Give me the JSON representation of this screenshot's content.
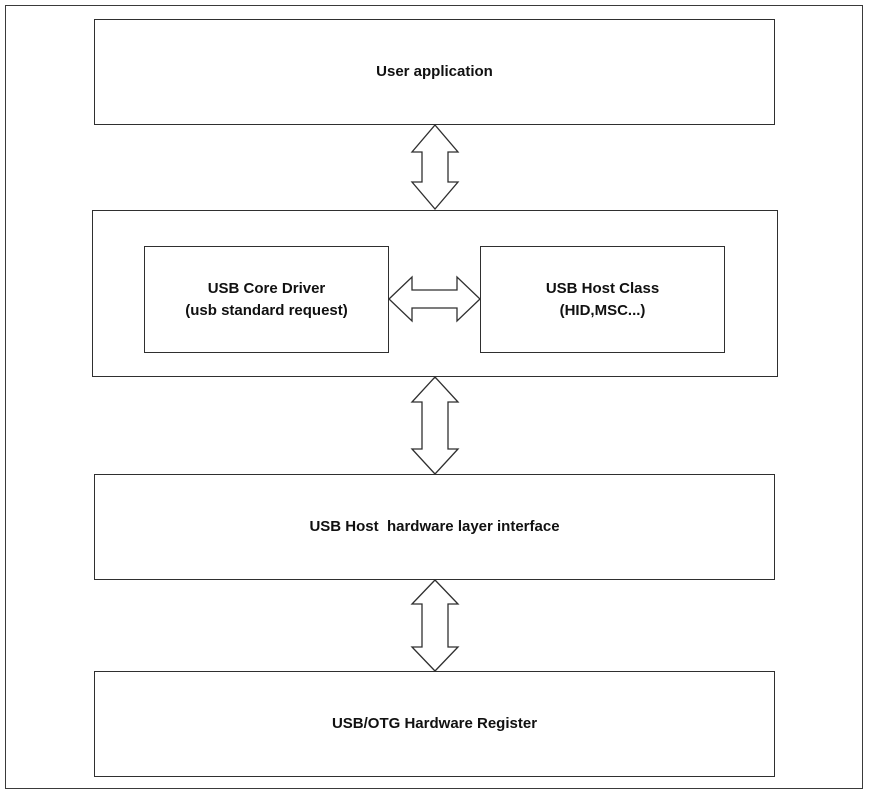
{
  "diagram": {
    "user_application": "User application",
    "core_driver": {
      "title": "USB Core Driver",
      "subtitle": "(usb standard request)"
    },
    "host_class": {
      "title": "USB Host Class",
      "subtitle": "(HID,MSC...)"
    },
    "hw_interface": "USB Host  hardware layer interface",
    "hw_register": "USB/OTG Hardware Register"
  },
  "colors": {
    "stroke": "#2f2f2f",
    "fill": "#ffffff",
    "text": "#111111"
  }
}
